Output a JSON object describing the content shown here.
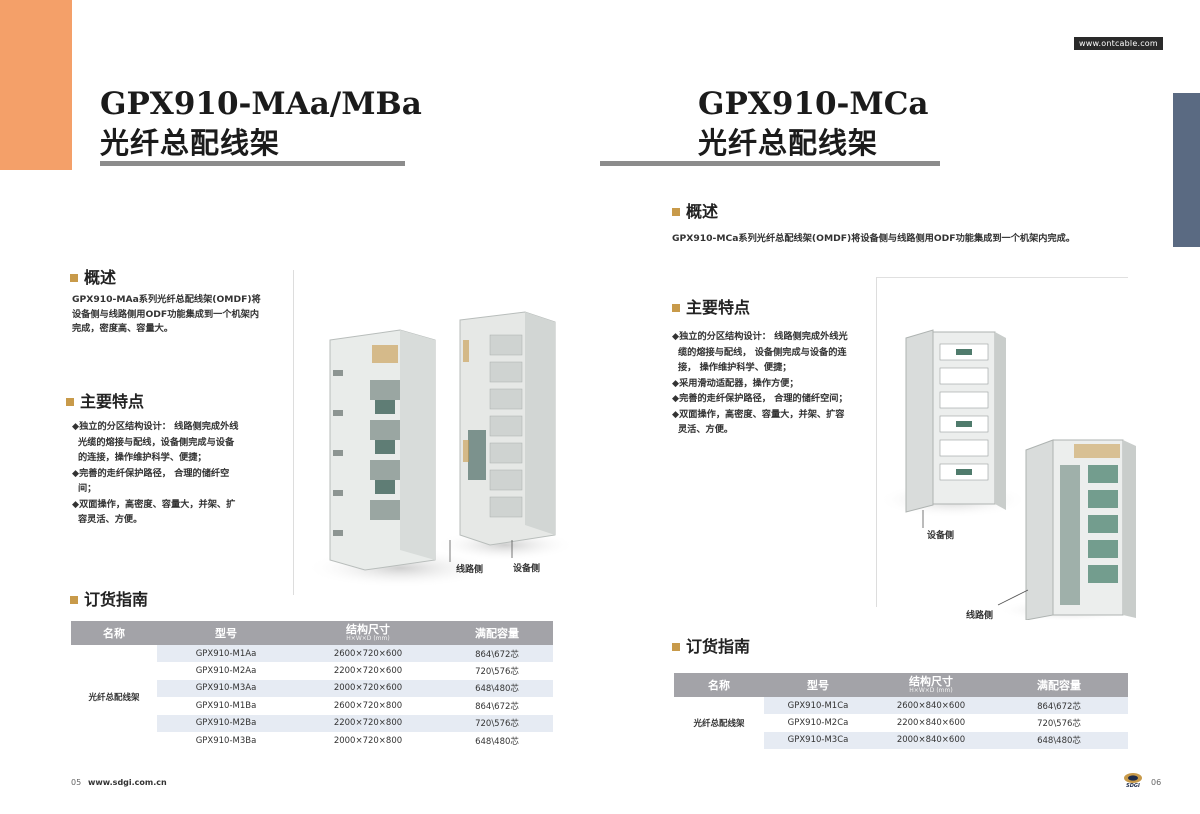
{
  "site_badge": "www.ontcable.com",
  "left": {
    "title_en": "GPX910-MAa/MBa",
    "title_cn": "光纤总配线架",
    "overview_heading": "概述",
    "overview_lines": [
      "GPX910-MAa系列光纤总配线架(OMDF)将",
      "设备侧与线路侧用ODF功能集成到一个机架内",
      "完成，密度高、容量大。"
    ],
    "features_heading": "主要特点",
    "features": [
      [
        "◆独立的分区结构设计： 线路侧完成外线",
        "光缆的熔接与配线，设备侧完成与设备",
        "的连接，操作维护科学、便捷；"
      ],
      [
        "◆完善的走纤保护路径， 合理的储纤空",
        "间；"
      ],
      [
        "◆双面操作，高密度、容量大，并架、扩",
        "容灵活、方便。"
      ]
    ],
    "caption_line": "线路侧",
    "caption_device": "设备侧",
    "order_heading": "订货指南",
    "table": {
      "headers": [
        "名称",
        "型号",
        "结构尺寸",
        "满配容量"
      ],
      "dim_sub": "H×W×D (mm)",
      "group_name": "光纤总配线架",
      "rows": [
        [
          "GPX910-M1Aa",
          "2600×720×600",
          "864\\672芯"
        ],
        [
          "GPX910-M2Aa",
          "2200×720×600",
          "720\\576芯"
        ],
        [
          "GPX910-M3Aa",
          "2000×720×600",
          "648\\480芯"
        ],
        [
          "GPX910-M1Ba",
          "2600×720×800",
          "864\\672芯"
        ],
        [
          "GPX910-M2Ba",
          "2200×720×800",
          "720\\576芯"
        ],
        [
          "GPX910-M3Ba",
          "2000×720×800",
          "648\\480芯"
        ]
      ]
    },
    "footer_page": "05",
    "footer_url": "www.sdgi.com.cn"
  },
  "right": {
    "title_en": "GPX910-MCa",
    "title_cn": "光纤总配线架",
    "overview_heading": "概述",
    "overview_lines": [
      "GPX910-MCa系列光纤总配线架(OMDF)将设备侧与线路侧用ODF功能集成到一个机架内完成。"
    ],
    "features_heading": "主要特点",
    "features": [
      [
        "◆独立的分区结构设计： 线路侧完成外线光",
        "缆的熔接与配线， 设备侧完成与设备的连",
        "接， 操作维护科学、便捷；"
      ],
      [
        "◆采用滑动适配器，操作方便；"
      ],
      [
        "◆完善的走纤保护路径， 合理的储纤空间；"
      ],
      [
        "◆双面操作，高密度、容量大，并架、扩容",
        "灵活、方便。"
      ]
    ],
    "caption_device": "设备侧",
    "caption_line": "线路侧",
    "order_heading": "订货指南",
    "table": {
      "headers": [
        "名称",
        "型号",
        "结构尺寸",
        "满配容量"
      ],
      "dim_sub": "H×W×D (mm)",
      "group_name": "光纤总配线架",
      "rows": [
        [
          "GPX910-M1Ca",
          "2600×840×600",
          "864\\672芯"
        ],
        [
          "GPX910-M2Ca",
          "2200×840×600",
          "720\\576芯"
        ],
        [
          "GPX910-M3Ca",
          "2000×840×600",
          "648\\480芯"
        ]
      ]
    },
    "logo_text": "SDGI",
    "footer_page": "06"
  },
  "colors": {
    "accent_orange": "#f4a069",
    "tab_blue": "#5a6a82",
    "table_header": "#a3a3a8",
    "row_alt": "#e6ebf3",
    "bullet_square": "#c89a4a"
  }
}
